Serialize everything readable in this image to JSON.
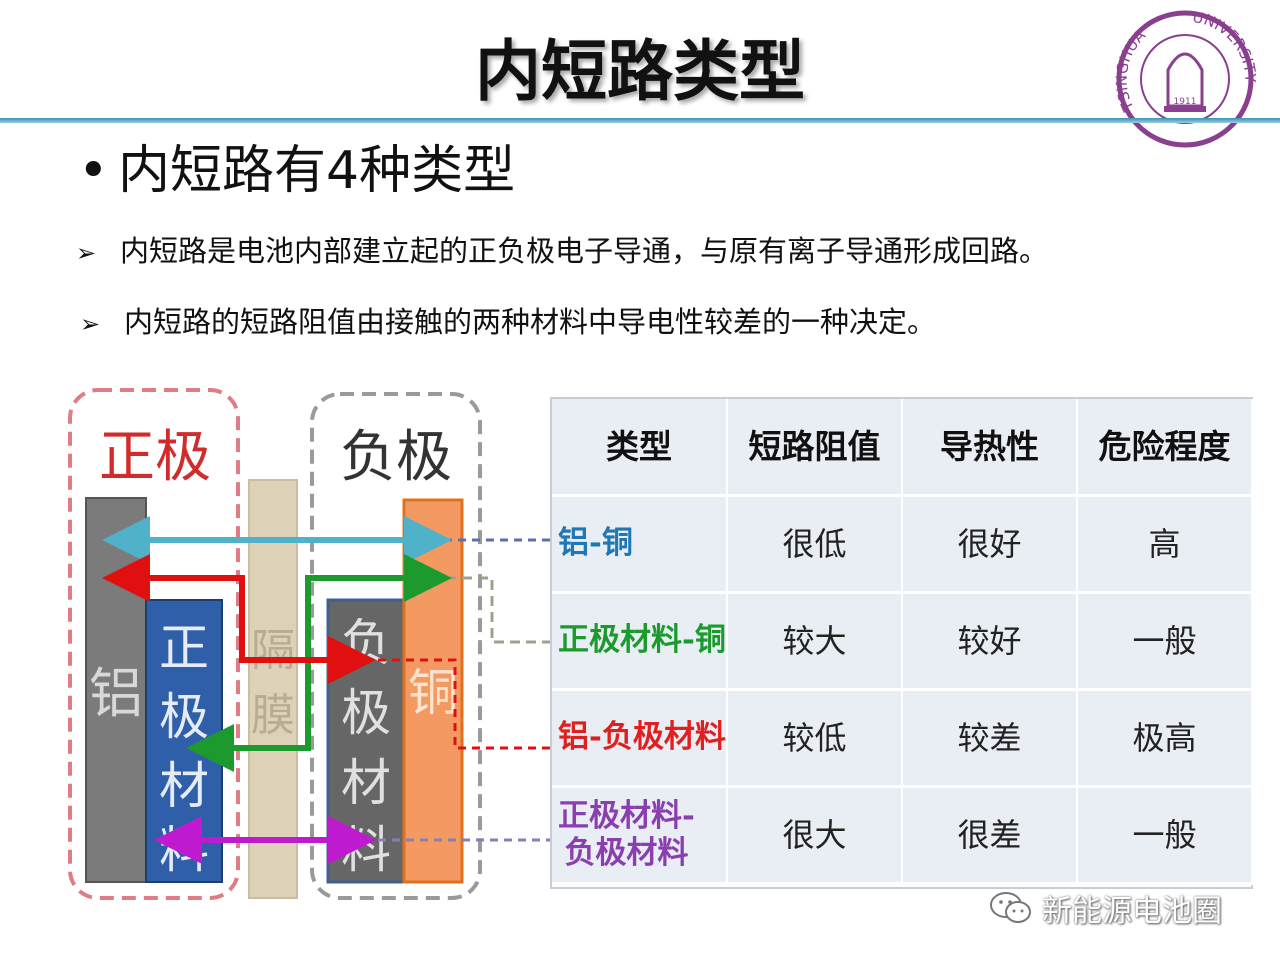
{
  "title": "内短路类型",
  "heading": {
    "bullet": "•",
    "text": "内短路有4种类型"
  },
  "bullets": [
    {
      "marker": "➢",
      "text": "内短路是电池内部建立起的正负极电子导通，与原有离子导通形成回路。"
    },
    {
      "marker": "➢",
      "text": "内短路的短路阻值由接触的两种材料中导电性较差的一种决定。"
    }
  ],
  "logo": {
    "text_left": "TSINGHUA",
    "text_right": "UNIVERSITY",
    "year": "1911",
    "color": "#8a3f8f"
  },
  "diagram": {
    "positive_group": "正极",
    "negative_group": "负极",
    "aluminum": "铝",
    "cathode_material": [
      "正",
      "极",
      "材",
      "料"
    ],
    "separator": [
      "隔",
      "膜"
    ],
    "anode_material": [
      "负",
      "极",
      "材",
      "料"
    ],
    "copper": "铜",
    "colors": {
      "positive": "#d12b2b",
      "aluminum": "#7b7b7b",
      "cathode": "#2f5fa8",
      "separator": "#ddd2b8",
      "anode": "#666666",
      "copper": "#f39a63"
    }
  },
  "table": {
    "headers": [
      "类型",
      "短路阻值",
      "导热性",
      "危险程度"
    ],
    "rows": [
      {
        "type": "铝-铜",
        "color": "#1f78b4",
        "resistance": "很低",
        "thermal": "很好",
        "danger": "高"
      },
      {
        "type": "正极材料-铜",
        "color": "#1c9a2e",
        "resistance": "较大",
        "thermal": "较好",
        "danger": "一般"
      },
      {
        "type": "铝-负极材料",
        "color": "#e02020",
        "resistance": "较低",
        "thermal": "较差",
        "danger": "极高"
      },
      {
        "type": "正极材料-\n负极材料",
        "color": "#8a3fb0",
        "resistance": "很大",
        "thermal": "很差",
        "danger": "一般"
      }
    ]
  },
  "footer": {
    "text": "新能源电池圈"
  }
}
